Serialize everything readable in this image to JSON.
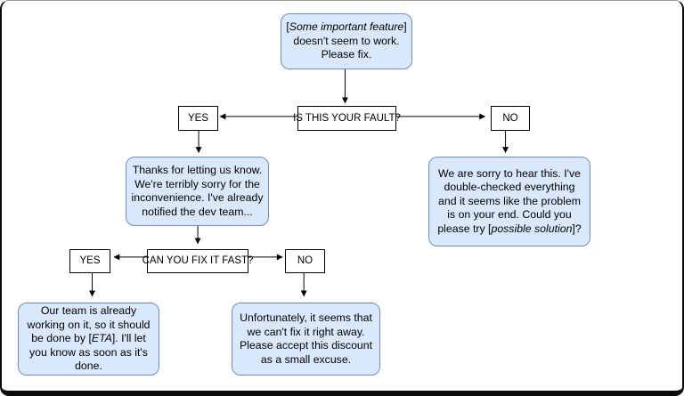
{
  "colors": {
    "message_fill": "#dae8fc",
    "message_stroke": "#6c8ebf",
    "decision_fill": "#ffffff",
    "decision_stroke": "#000000",
    "arrow_color": "#000000",
    "text_color": "#000000"
  },
  "flowchart": {
    "request": {
      "pre": "[",
      "em": "Some important feature",
      "post": "]\ndoesn't seem to work.\nPlease fix."
    },
    "fault_question": {
      "text": "IS THIS YOUR FAULT?"
    },
    "fault_yes": {
      "text": "YES"
    },
    "fault_no": {
      "text": "NO"
    },
    "thanks": {
      "text": "Thanks for letting us know.\nWe're terribly sorry for the\ninconvenience. I've already\nnotified the dev team..."
    },
    "sorry": {
      "pre": "We are sorry to hear this. I've\ndouble-checked everything\nand it seems like the problem\nis on your end. Could you\nplease try [",
      "em": "possible solution",
      "post": "]?"
    },
    "fix_fast_question": {
      "text": "CAN YOU FIX IT FAST?"
    },
    "fix_fast_yes": {
      "text": "YES"
    },
    "fix_fast_no": {
      "text": "NO"
    },
    "team_working": {
      "pre": "Our team is already\nworking on it, so it should\nbe done by [",
      "em": "ETA",
      "post": "]. I'll let\nyou know as soon as it's\ndone."
    },
    "cant_fix": {
      "text": "Unfortunately, it seems that\nwe can't fix it right away.\nPlease accept this discount\nas a small excuse."
    }
  }
}
